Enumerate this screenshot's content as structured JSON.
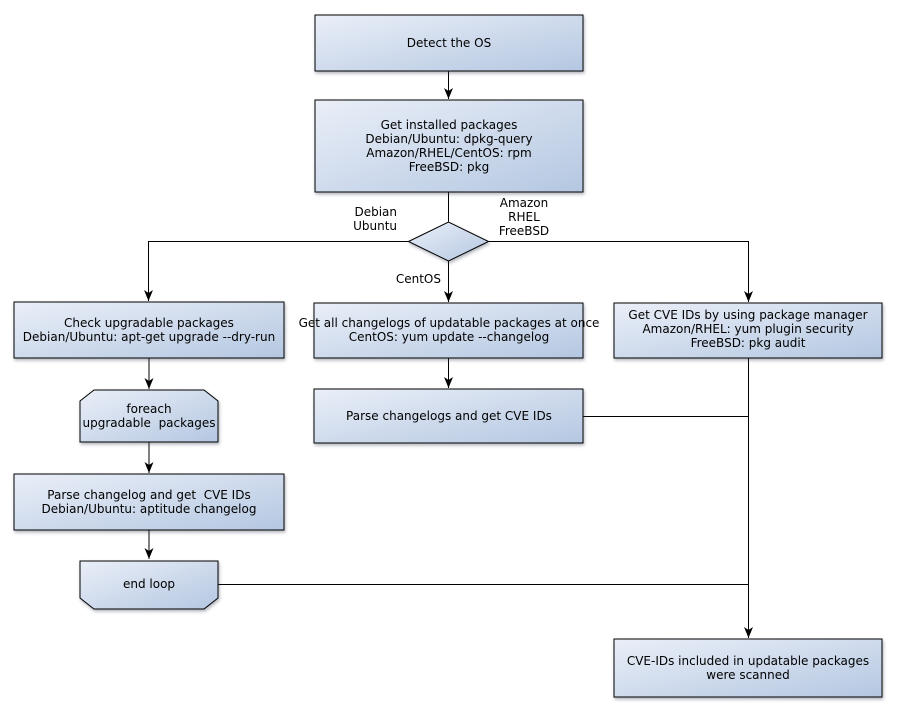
{
  "diagram": {
    "type": "flowchart",
    "nodes": {
      "detect_os": "Detect the OS",
      "get_installed_packages": "Get installed packages\nDebian/Ubuntu: dpkg-query\nAmazon/RHEL/CentOS: rpm\nFreeBSD: pkg",
      "check_upgradable": "Check upgradable packages\nDebian/Ubuntu: apt-get upgrade --dry-run",
      "foreach_loop": "foreach\nupgradable  packages",
      "parse_changelog": "Parse changelog and get  CVE IDs\nDebian/Ubuntu: aptitude changelog",
      "end_loop": "end loop",
      "get_all_changelogs": "Get all changelogs of updatable packages at once\nCentOS: yum update --changelog",
      "parse_changelogs": "Parse changelogs and get CVE IDs",
      "get_cve_ids_pkg_manager": "Get CVE IDs by using package manager\nAmazon/RHEL: yum plugin security\nFreeBSD: pkg audit",
      "cve_ids_scanned": "CVE-IDs included in updatable packages\nwere scanned"
    },
    "edge_labels": {
      "debian_ubuntu": "Debian\nUbuntu",
      "amazon_rhel_freebsd": "Amazon\nRHEL\nFreeBSD",
      "centos": "CentOS"
    },
    "colors": {
      "node_fill_light": "#eaeff8",
      "node_fill_dark": "#b4c7e1",
      "node_border": "#000000",
      "connector": "#000000",
      "text": "#000000",
      "background": "#ffffff"
    }
  }
}
